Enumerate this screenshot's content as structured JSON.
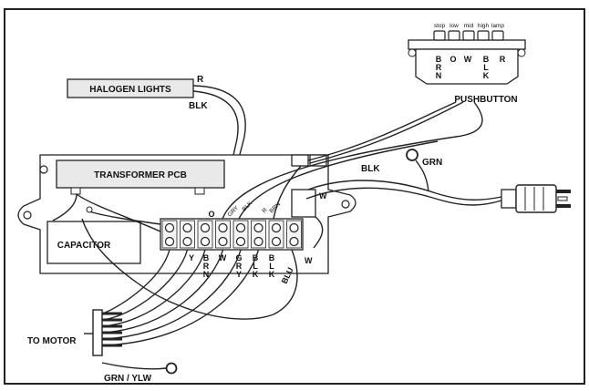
{
  "labels": {
    "halogen_lights": "HALOGEN LIGHTS",
    "transformer_pcb": "TRANSFORMER PCB",
    "capacitor": "CAPACITOR",
    "pushbutton": "PUSHBUTTON",
    "to_motor": "TO MOTOR",
    "grn_ylw": "GRN / YLW",
    "grn": "GRN",
    "blk_cord": "BLK",
    "w_cord": "W",
    "r_halogen": "R",
    "blk_halogen": "BLK"
  },
  "pushbutton_buttons": [
    "stop",
    "low",
    "mid",
    "high",
    "lamp"
  ],
  "pushbutton_wires": [
    "B\nR\nN",
    "O",
    "W",
    "B\nL\nK",
    "R"
  ],
  "terminal_top_labels": [
    "O",
    "GRY",
    "BLK",
    "R",
    "BRN"
  ],
  "terminal_bottom_labels": [
    "Y",
    "B\nR\nN",
    "W",
    "G\nR\nY",
    "B\nL\nK",
    "B\nL\nK"
  ],
  "blu_label": "BLU",
  "w_side_label": "W"
}
